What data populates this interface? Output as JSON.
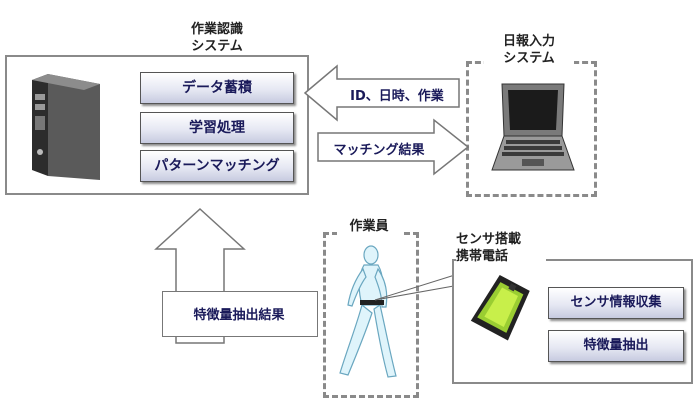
{
  "system": {
    "title": "作業認識\nシステム",
    "functions": [
      "データ蓄積",
      "学習処理",
      "パターンマッチング"
    ]
  },
  "nippo": {
    "title": "日報入力\nシステム"
  },
  "worker": {
    "title": "作業員"
  },
  "phone": {
    "title": "センサ搭載\n携帯電話",
    "functions": [
      "センサ情報収集",
      "特徴量抽出"
    ]
  },
  "arrows": {
    "id_datetime_task": "ID、日時、作業",
    "matching_result": "マッチング結果",
    "feature_result": "特徴量抽出結果"
  },
  "colors": {
    "panel_border": "#8a8a8a",
    "arrow_fill": "#ffffff",
    "label_text": "#1a1a5a",
    "figure_fill": "#dff4fb",
    "battery_green": "#9acd32"
  }
}
